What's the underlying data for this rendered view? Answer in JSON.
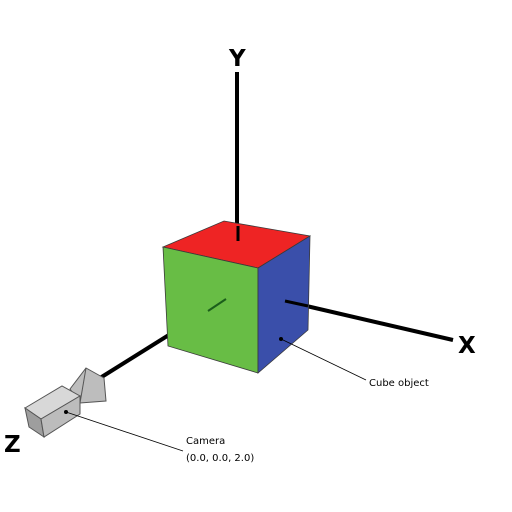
{
  "axes": {
    "y_label": "Y",
    "x_label": "X",
    "z_label": "Z"
  },
  "annotations": {
    "cube_label": "Cube object",
    "camera_label": "Camera",
    "camera_position": "(0.0, 0.0, 2.0)"
  },
  "colors": {
    "cube_top": "#ee2424",
    "cube_front": "#68bd45",
    "cube_right": "#3a4faa",
    "axis": "#000000",
    "camera_body": "#bdbdbd",
    "camera_outline": "#555555",
    "leader_line": "#000000"
  }
}
